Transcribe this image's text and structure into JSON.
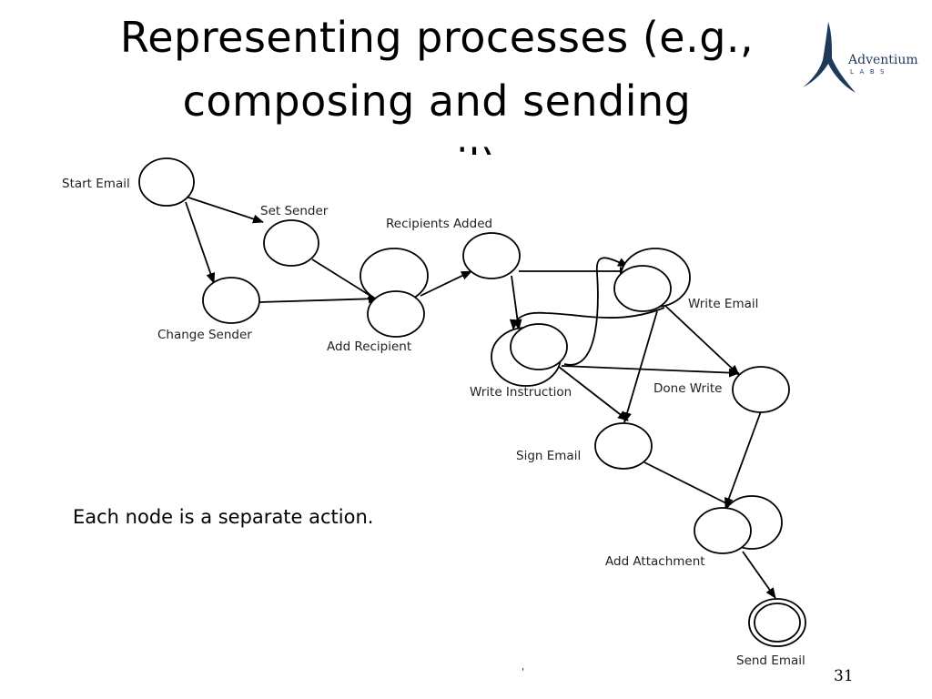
{
  "slide": {
    "title_lines": [
      "Representing processes (e.g.,",
      "composing and sending",
      "email)."
    ],
    "caption": "Each node is a separate action.",
    "page_number": "31",
    "footer_mark": "'"
  },
  "logo": {
    "name": "Adventium",
    "subtitle": "LABS",
    "color": "#1e3a5a"
  },
  "diagram": {
    "nodes": {
      "start_email": "Start Email",
      "set_sender": "Set Sender",
      "change_sender": "Change Sender",
      "add_recipient": "Add Recipient",
      "recipients_added": "Recipients Added",
      "write_email": "Write Email",
      "write_instruction": "Write Instruction",
      "done_write": "Done Write",
      "sign_email": "Sign Email",
      "add_attachment": "Add Attachment",
      "send_email": "Send Email"
    }
  }
}
